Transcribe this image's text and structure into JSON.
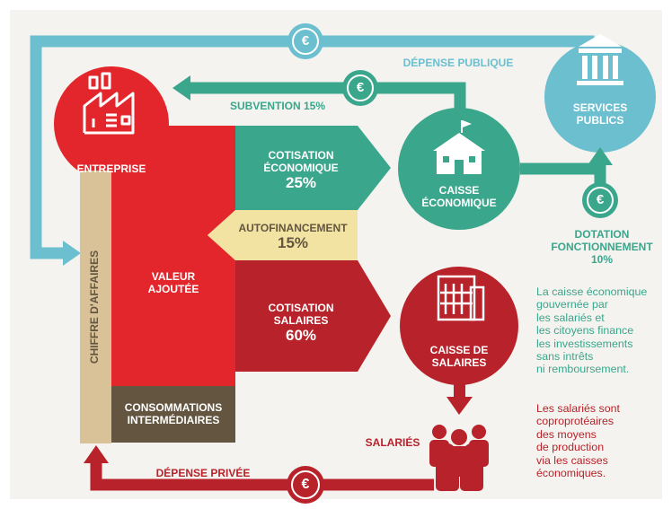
{
  "colors": {
    "red": "#e3262b",
    "dark_red": "#b8222a",
    "teal": "#3aa68c",
    "light_teal": "#6bbfcf",
    "tan": "#d9c297",
    "dark_brown": "#63553f",
    "yellow": "#f3e3a3"
  },
  "icons": {
    "entreprise": "factory-icon",
    "caisse_economique": "house-flag-icon",
    "services_publics": "public-building-icon",
    "caisse_salaires": "office-building-icon",
    "salaries": "people-group-icon",
    "currency": "euro-icon"
  },
  "flows": {
    "depense_publique": "DÉPENSE PUBLIQUE",
    "subvention": "SUBVENTION 15%",
    "depense_privee": "DÉPENSE PRIVÉE",
    "dotation_line1": "DOTATION",
    "dotation_line2": "FONCTIONNEMENT",
    "dotation_line3": "10%",
    "euro": "€"
  },
  "nodes": {
    "entreprise": "ENTREPRISE",
    "caisse_economique_line1": "CAISSE",
    "caisse_economique_line2": "ÉCONOMIQUE",
    "services_publics_line1": "SERVICES",
    "services_publics_line2": "PUBLICS",
    "caisse_salaires_line1": "CAISSE DE",
    "caisse_salaires_line2": "SALAIRES",
    "salaries": "SALARIÉS"
  },
  "blocks": {
    "chiffre_affaires": "CHIFFRE D'AFFAIRES",
    "valeur_ajoutee_line1": "VALEUR",
    "valeur_ajoutee_line2": "AJOUTÉE",
    "consommations_line1": "CONSOMMATIONS",
    "consommations_line2": "INTERMÉDIAIRES",
    "cotisation_eco_line1": "COTISATION",
    "cotisation_eco_line2": "ÉCONOMIQUE",
    "cotisation_eco_value": "25%",
    "autofinancement_label": "AUTOFINANCEMENT",
    "autofinancement_value": "15%",
    "cotisation_sal_line1": "COTISATION",
    "cotisation_sal_line2": "SALAIRES",
    "cotisation_sal_value": "60%"
  },
  "notes": {
    "teal_note": [
      "La caisse économique",
      "gouvernée par",
      "les salariés et",
      "les citoyens finance",
      "les investissements",
      "sans intrêts",
      "ni remboursement."
    ],
    "red_note": [
      "Les salariés sont",
      "coproprotéaires",
      "des moyens",
      "de production",
      "via les caisses",
      "économiques."
    ]
  }
}
